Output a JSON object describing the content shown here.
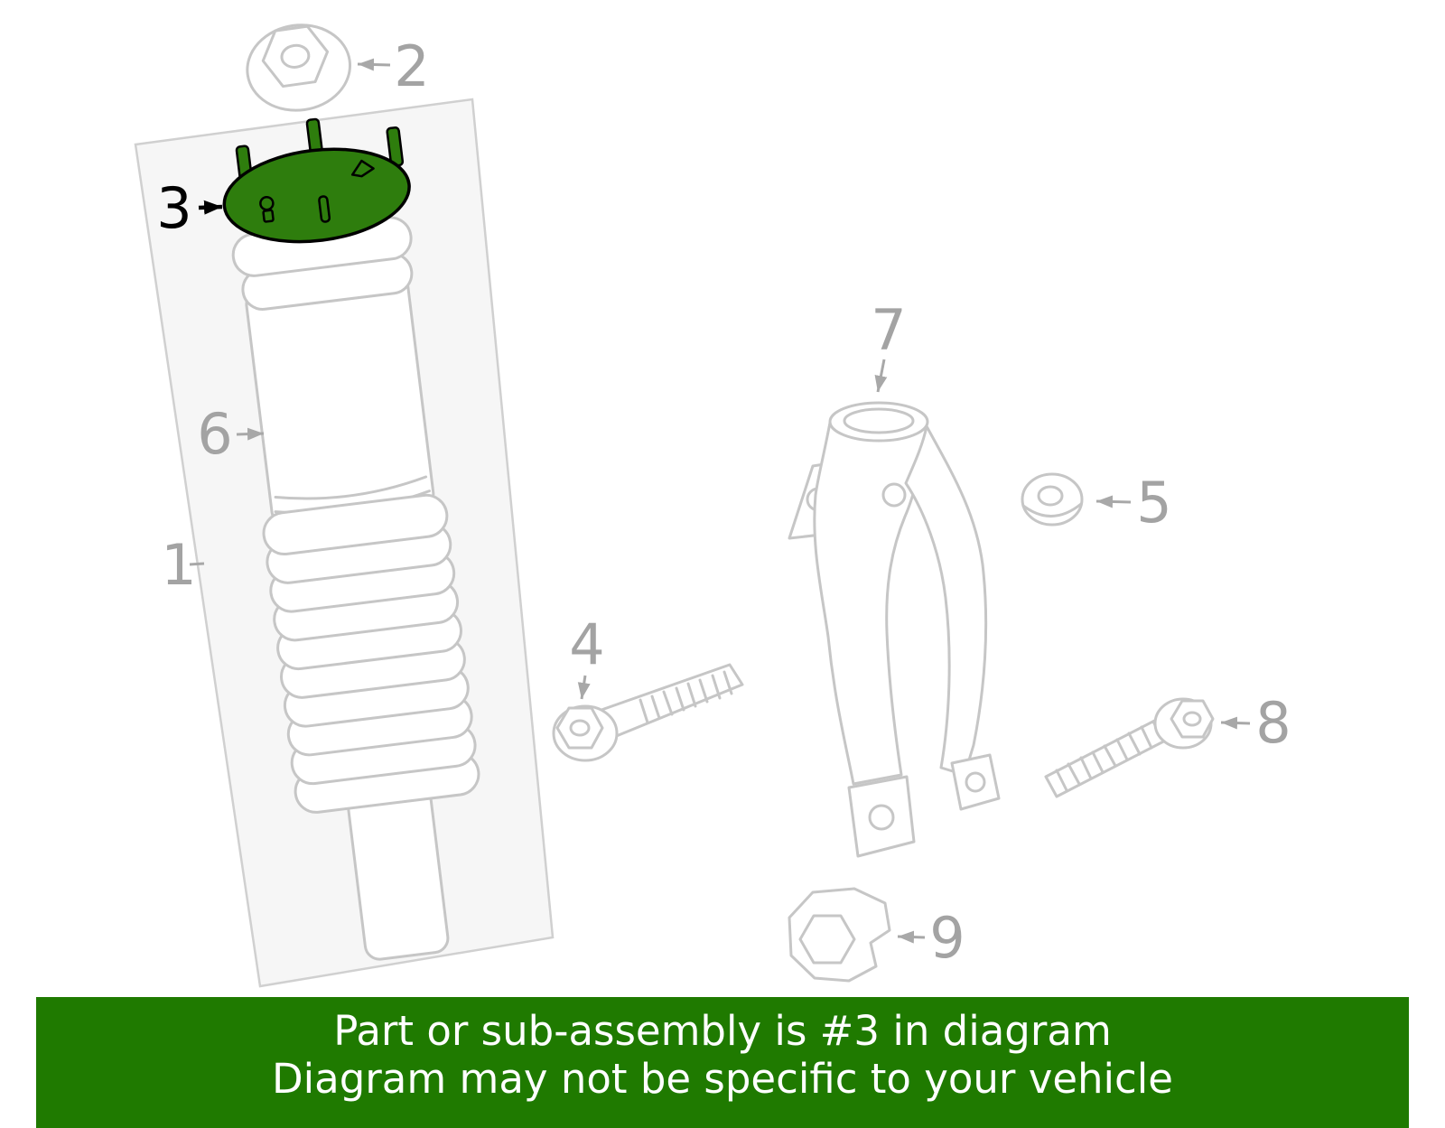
{
  "diagram": {
    "callouts": [
      {
        "num": "1"
      },
      {
        "num": "2"
      },
      {
        "num": "3"
      },
      {
        "num": "4"
      },
      {
        "num": "5"
      },
      {
        "num": "6"
      },
      {
        "num": "7"
      },
      {
        "num": "8"
      },
      {
        "num": "9"
      }
    ],
    "highlighted_callout": "3",
    "colors": {
      "line": "#c6c6c6",
      "label": "#a3a3a3",
      "highlight_fill": "#2e7d0d",
      "highlight_stroke": "#000000"
    }
  },
  "banner": {
    "line1": "Part or sub-assembly is #3 in diagram",
    "line2": "Diagram may not be specific to your vehicle",
    "background": "#1f7a00",
    "text_color": "#ffffff"
  }
}
